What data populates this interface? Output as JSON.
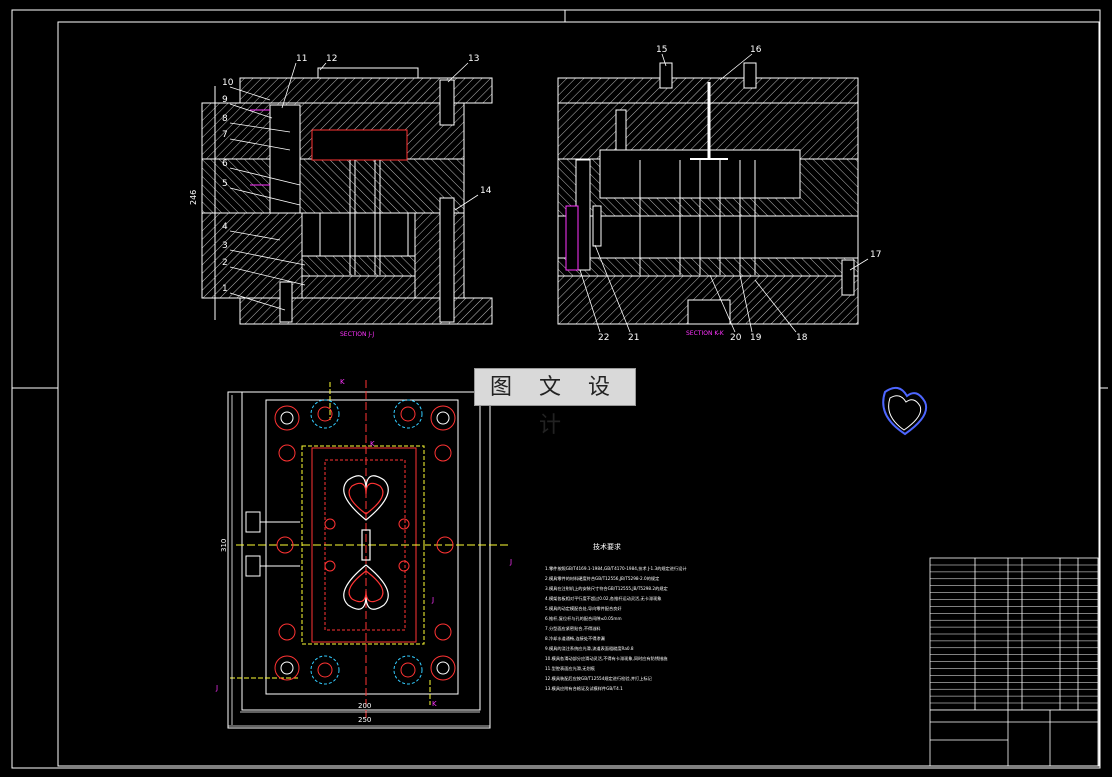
{
  "drawing": {
    "watermark": "图 文 设 计",
    "section_j_label": "SECTION J-J",
    "section_k_label": "SECTION K-K",
    "part_numbers_left": [
      "11",
      "12",
      "13",
      "10",
      "9",
      "8",
      "7",
      "6",
      "5",
      "4",
      "3",
      "2",
      "1",
      "14"
    ],
    "part_numbers_right": [
      "15",
      "16",
      "17",
      "22",
      "21",
      "20",
      "19",
      "18"
    ],
    "dim_left_height": "246",
    "dim_plan_height": "310",
    "dim_plan_width_inner": "200",
    "dim_plan_width_outer": "250",
    "section_marks": [
      "K",
      "K",
      "J",
      "J",
      "J",
      "K"
    ],
    "notes_title": "技术要求",
    "notes_lines": [
      "1.零件按照GB/T4169.1-1984,GB/T4170-1984,技术 J-1.3的规定进行设计",
      "2.模具零件的材料硬度符合GB/T12556,JB/T5298-2.0的规定",
      "3.模具在注射机上的安装尺寸符合GB/T12555,JB/T5298.2的规定",
      "4.模架各板相对平行度不超过0.02,各推杆运动灵活,无卡滞现象",
      "5.模具的动定模配合处,导向零件配合良好",
      "6.推杆,复位杆与孔的配合间隙≤0.05mm",
      "7.分型面应紧密贴合,不得溢料",
      "8.冷却水道通畅,连接处不得渗漏",
      "9.模具的浇注系统应光滑,流道表面粗糙度Ra0.8",
      "10.模具各滑动部分应滑动灵活,不得有卡滞现象,同时应有防锈措施",
      "11.型腔表面应光滑,无划痕",
      "12.模具装配后应按GB/T12554规定进行检验,并打上标记",
      "13.模具应附有合格证及试模样件GB/T4.1"
    ]
  },
  "colors": {
    "background": "#000000",
    "line": "#ffffff",
    "hatch": "#cccccc",
    "magenta": "#ff33ff",
    "red": "#ff3333",
    "yellow": "#ffff33",
    "blue": "#4d66ff",
    "cyan": "#33ccff",
    "green": "#33ff66"
  }
}
